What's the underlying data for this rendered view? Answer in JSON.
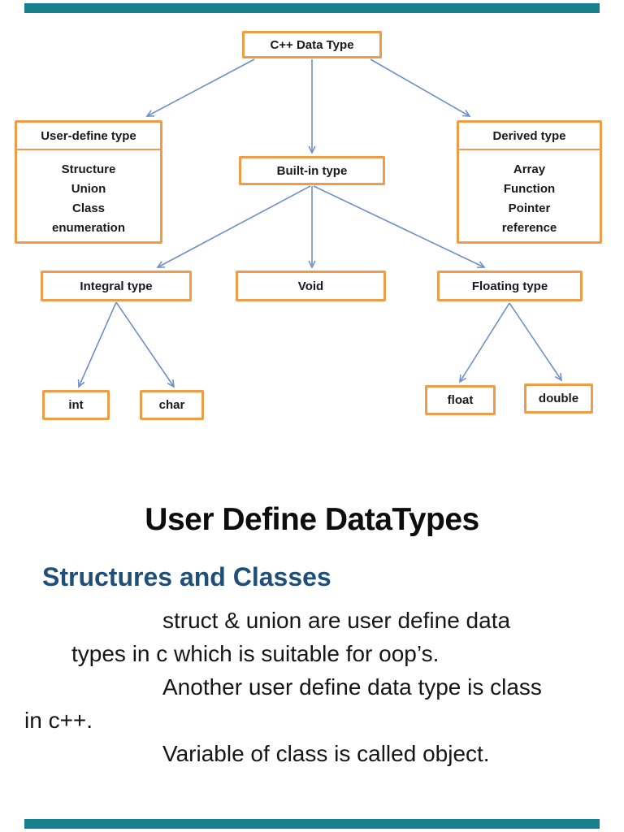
{
  "colors": {
    "accent_bar": "#17808C",
    "box_border": "#EE9C48",
    "arrow": "#7090C5",
    "heading2": "#1F4E79",
    "title_text": "#0D0D0D",
    "body_text": "#161616"
  },
  "diagram": {
    "root": {
      "label": "C++ Data Type"
    },
    "level1": [
      {
        "label": "User-define type",
        "items": [
          "Structure",
          "Union",
          "Class",
          "enumeration"
        ]
      },
      {
        "label": "Built-in type"
      },
      {
        "label": "Derived type",
        "items": [
          "Array",
          "Function",
          "Pointer",
          "reference"
        ]
      }
    ],
    "level2": [
      {
        "label": "Integral type"
      },
      {
        "label": "Void"
      },
      {
        "label": "Floating type"
      }
    ],
    "level3": [
      {
        "label": "int"
      },
      {
        "label": "char"
      },
      {
        "label": "float"
      },
      {
        "label": "double"
      }
    ]
  },
  "content": {
    "title": "User Define DataTypes",
    "subtitle": "Structures and Classes",
    "body_lines": [
      "struct & union are user define data",
      "types in c which is suitable for oop’s.",
      "Another user define data type is class",
      "in c++.",
      "Variable of class is called object."
    ]
  }
}
